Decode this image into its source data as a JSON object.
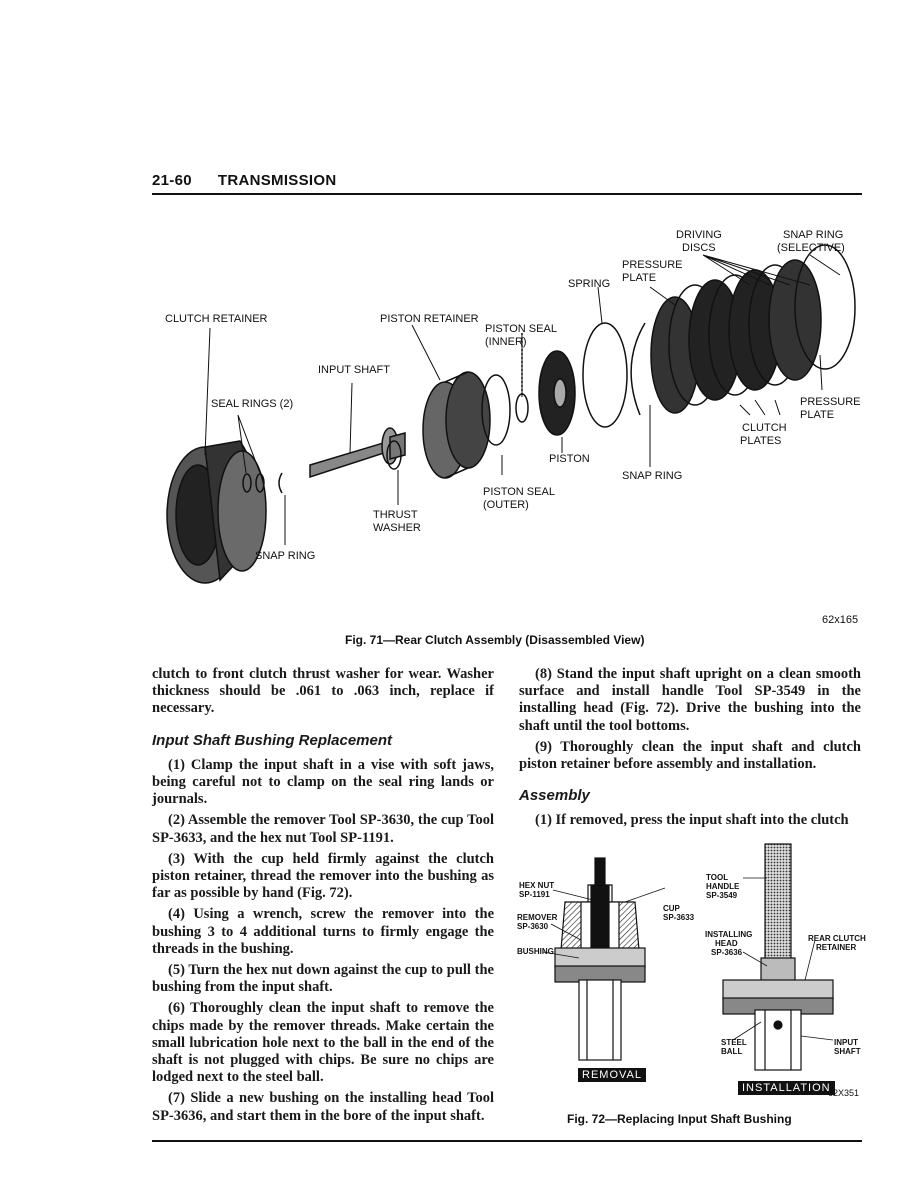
{
  "header": {
    "page_number": "21-60",
    "section": "TRANSMISSION"
  },
  "fig71": {
    "labels": {
      "driving_discs": [
        "DRIVING",
        "DISCS"
      ],
      "snap_ring_selective": [
        "SNAP RING",
        "(SELECTIVE)"
      ],
      "pressure_plate_top": [
        "PRESSURE",
        "PLATE"
      ],
      "spring": "SPRING",
      "clutch_retainer": "CLUTCH RETAINER",
      "piston_retainer": "PISTON RETAINER",
      "piston_seal_inner": [
        "PISTON SEAL",
        "(INNER)"
      ],
      "input_shaft": "INPUT SHAFT",
      "seal_rings": "SEAL RINGS (2)",
      "pressure_plate_right": [
        "PRESSURE",
        "PLATE"
      ],
      "clutch_plates": [
        "CLUTCH",
        "PLATES"
      ],
      "piston": "PISTON",
      "snap_ring_right": "SNAP RING",
      "piston_seal_outer": [
        "PISTON SEAL",
        "(OUTER)"
      ],
      "thrust_washer": [
        "THRUST",
        "WASHER"
      ],
      "snap_ring_left": "SNAP RING"
    },
    "figure_number": "62x165",
    "caption": "Fig. 71—Rear Clutch Assembly (Disassembled View)"
  },
  "left_column": {
    "p0": "clutch to front clutch thrust washer for wear. Washer thickness should be .061 to .063 inch, replace if necessary.",
    "heading": "Input Shaft Bushing Replacement",
    "p1": "(1) Clamp the input shaft in a vise with soft jaws, being careful not to clamp on the seal ring lands or journals.",
    "p2": "(2) Assemble the remover Tool SP-3630, the cup Tool SP-3633, and the hex nut Tool SP-1191.",
    "p3": "(3) With the cup held firmly against the clutch piston retainer, thread the remover into the bushing as far as possible by hand (Fig. 72).",
    "p4": "(4) Using a wrench, screw the remover into the bushing 3 to 4 additional turns to firmly engage the threads in the bushing.",
    "p5": "(5) Turn the hex nut down against the cup to pull the bushing from the input shaft.",
    "p6": "(6) Thoroughly clean the input shaft to remove the chips made by the remover threads. Make certain the small lubrication hole next to the ball in the end of the shaft is not plugged with chips. Be sure no chips are lodged next to the steel ball.",
    "p7": "(7) Slide a new bushing on the installing head Tool SP-3636, and start them in the bore of the input shaft."
  },
  "right_column": {
    "p8": "(8) Stand the input shaft upright on a clean smooth surface and install handle Tool SP-3549 in the installing head (Fig. 72). Drive the bushing into the shaft until the tool bottoms.",
    "p9": "(9) Thoroughly clean the input shaft and clutch piston retainer before assembly and installation.",
    "heading": "Assembly",
    "p10": "(1) If removed, press the input shaft into the clutch"
  },
  "fig72": {
    "labels": {
      "hex_nut": [
        "HEX NUT",
        "SP-1191"
      ],
      "cup": [
        "CUP",
        "SP-3633"
      ],
      "remover": [
        "REMOVER",
        "SP-3630"
      ],
      "bushing": "BUSHING",
      "tool_handle": [
        "TOOL",
        "HANDLE",
        "SP-3549"
      ],
      "installing_head": [
        "INSTALLING",
        "HEAD",
        "SP-3636"
      ],
      "rear_clutch_retainer": [
        "REAR CLUTCH",
        "RETAINER"
      ],
      "steel_ball": [
        "STEEL",
        "BALL"
      ],
      "input_shaft": [
        "INPUT",
        "SHAFT"
      ]
    },
    "tag_removal": "REMOVAL",
    "tag_installation": "INSTALLATION",
    "figure_number": "62X351",
    "caption": "Fig. 72—Replacing Input Shaft Bushing"
  }
}
